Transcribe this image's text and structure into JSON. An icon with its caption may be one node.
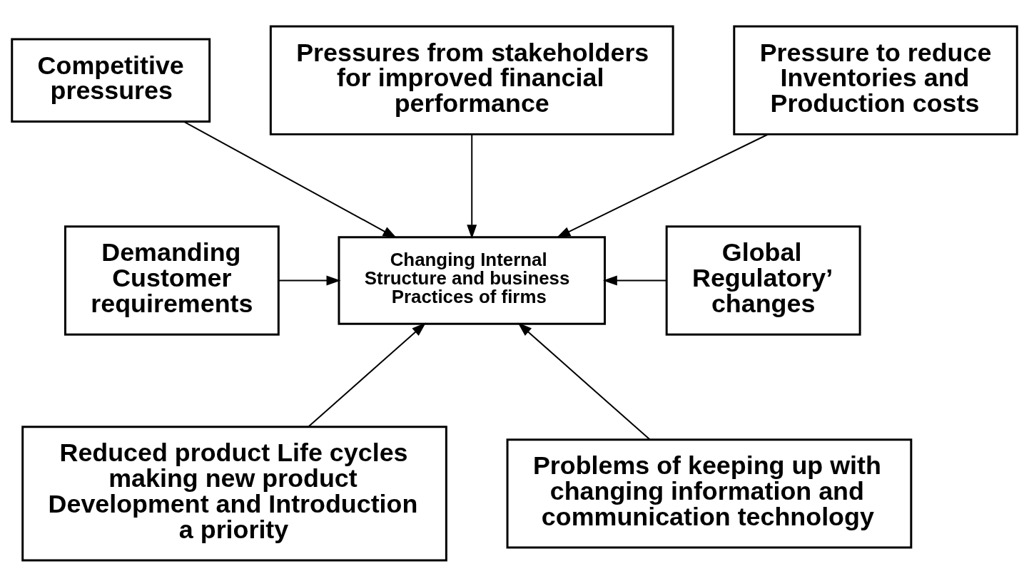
{
  "diagram": {
    "nodes": [
      {
        "text": [
          "Competitive pressures"
        ]
      },
      {
        "text": [
          "Pressures from stakeholders for improved financial performance"
        ]
      },
      {
        "text": [
          "Pressure to reduce Inventories and Production costs"
        ]
      },
      {
        "text": [
          "Demanding Customer requirements"
        ]
      },
      {
        "text": [
          "Changing Internal Structure and business Practices of firms"
        ]
      },
      {
        "text": [
          "Global Regulatory’ changes"
        ]
      },
      {
        "text": [
          "Reduced product Life cycles making new product Development and Introduction a priority"
        ]
      },
      {
        "text": [
          "Problems of keeping up with changing information and communication technology"
        ]
      }
    ],
    "edges": [
      {
        "from": 0,
        "to": 4,
        "arrow": "to"
      },
      {
        "from": 1,
        "to": 4,
        "arrow": "to"
      },
      {
        "from": 2,
        "to": 4,
        "arrow": "to"
      },
      {
        "from": 3,
        "to": 4,
        "arrow": "to"
      },
      {
        "from": 5,
        "to": 4,
        "arrow": "to"
      },
      {
        "from": 6,
        "to": 4,
        "arrow": "to"
      },
      {
        "from": 7,
        "to": 4,
        "arrow": "to"
      }
    ]
  }
}
